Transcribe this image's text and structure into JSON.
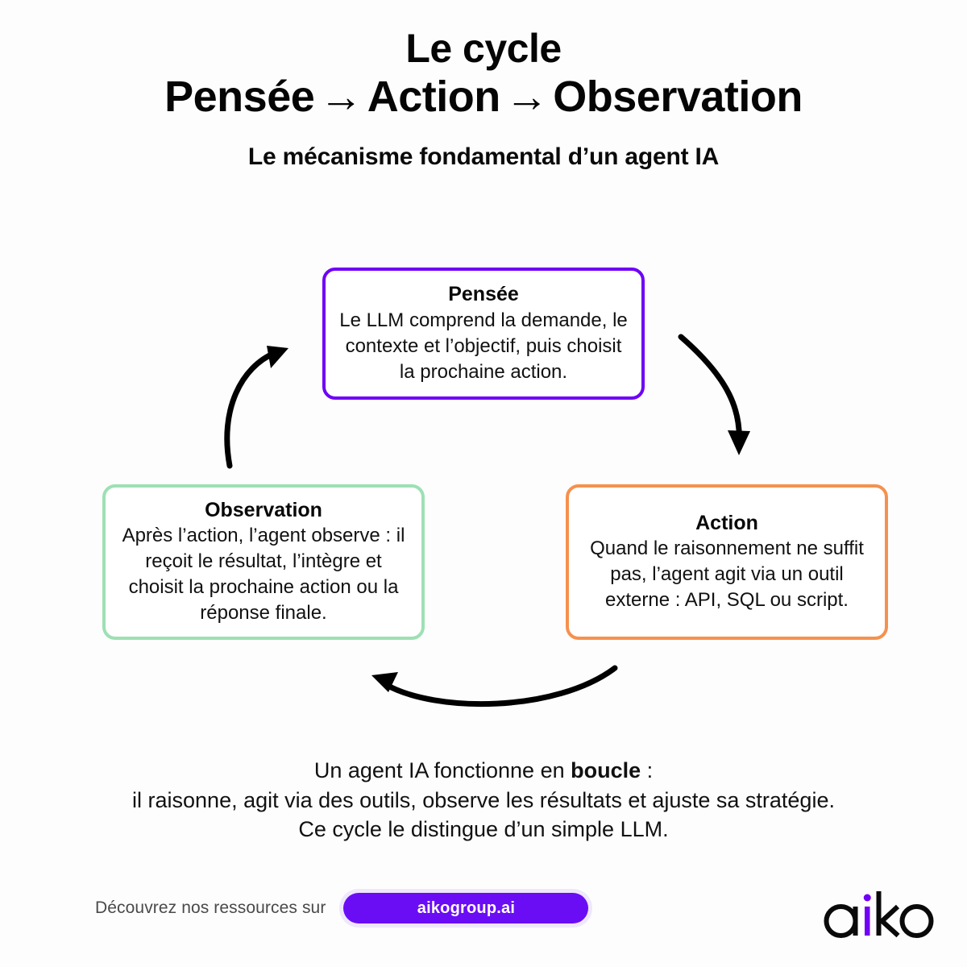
{
  "header": {
    "title_line1": "Le cycle",
    "title_part1": "Pensée",
    "title_arrow1": "→",
    "title_part2": "Action",
    "title_arrow2": "→",
    "title_part3": "Observation",
    "subtitle": "Le mécanisme fondamental d’un agent IA"
  },
  "diagram": {
    "type": "cycle",
    "nodes": [
      {
        "id": "pensee",
        "title": "Pensée",
        "body": "Le LLM comprend la demande, le contexte et l’objectif, puis choisit la prochaine action.",
        "border_color": "#7000F6",
        "position": "top"
      },
      {
        "id": "action",
        "title": "Action",
        "body": "Quand le raisonnement ne suffit pas, l’agent agit via un outil externe : API, SQL ou script.",
        "border_color": "#F5914E",
        "position": "bottom-right"
      },
      {
        "id": "observation",
        "title": "Observation",
        "body": "Après l’action, l’agent observe : il reçoit le résultat, l’intègre et choisit la prochaine action ou la réponse finale.",
        "border_color": "#9DE0B4",
        "position": "bottom-left"
      }
    ],
    "arrows": [
      {
        "id": "pensee-to-action",
        "from": "pensee",
        "to": "action",
        "color": "#000000"
      },
      {
        "id": "action-to-observation",
        "from": "action",
        "to": "observation",
        "color": "#000000"
      },
      {
        "id": "observation-to-pensee",
        "from": "observation",
        "to": "pensee",
        "color": "#000000"
      }
    ]
  },
  "summary": {
    "line1_before": "Un agent IA fonctionne en ",
    "line1_bold": "boucle",
    "line1_after": " :",
    "line2": "il raisonne, agit via des outils, observe les résultats et ajuste sa stratégie.",
    "line3": "Ce cycle le distingue d’un simple LLM."
  },
  "footer": {
    "cta_text": "Découvrez nos ressources sur",
    "cta_pill_label": "aikogroup.ai",
    "cta_pill_color": "#6A0DF5",
    "logo_text": "aiko",
    "logo_accent_letter": "i",
    "logo_accent_color": "#7000F6"
  }
}
